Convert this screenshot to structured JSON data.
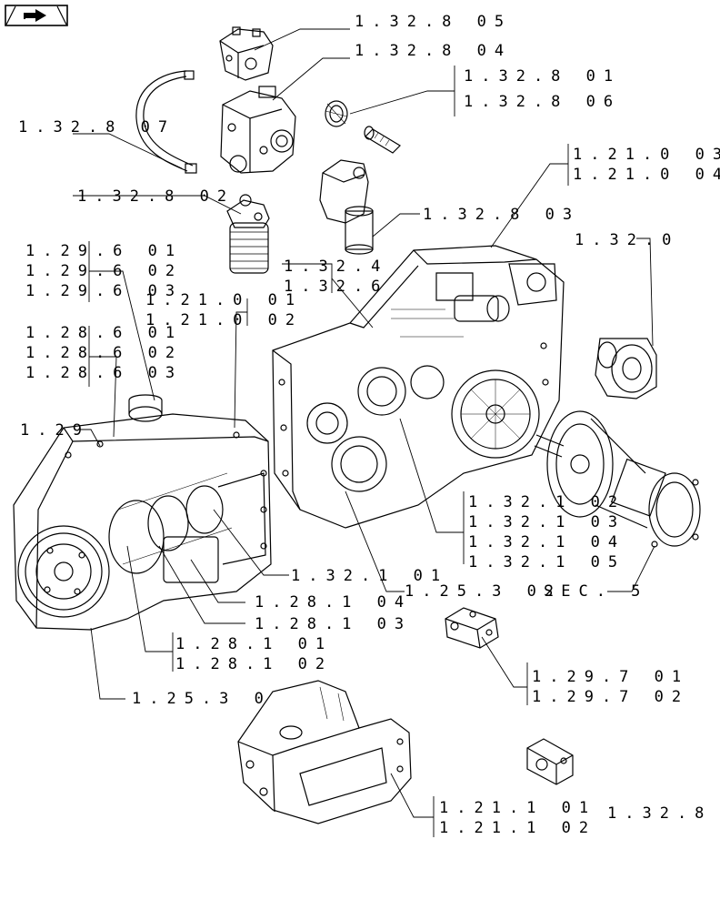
{
  "navigation": {
    "back_label": "",
    "icon": "return-arrow-icon"
  },
  "references": [
    "1.32.8 05",
    "1.32.8 04",
    "1.32.8 01",
    "1.32.8 06",
    "1.32.8 07",
    "1.21.0 03",
    "1.21.0 04",
    "1.32.8 02",
    "1.32.8 03",
    "1.32.0",
    "1.29.6 01",
    "1.29.6 02",
    "1.29.6 03",
    "1.32.4",
    "1.32.6",
    "1.21.0 01",
    "1.21.0 02",
    "1.28.6 01",
    "1.28.6 02",
    "1.28.6 03",
    "1.29",
    "1.32.1 02",
    "1.32.1 03",
    "1.32.1 04",
    "1.32.1 05",
    "1.32.1 01",
    "1.25.3 02",
    "SEC. 5",
    "1.28.1 04",
    "1.28.1 03",
    "1.28.1 01",
    "1.28.1 02",
    "1.29.7 01",
    "1.29.7 02",
    "1.25.3 0",
    "1.21.1 01",
    "1.21.1 02",
    "1.32.8"
  ],
  "colors": {
    "line": "#000000",
    "background": "#ffffff"
  }
}
